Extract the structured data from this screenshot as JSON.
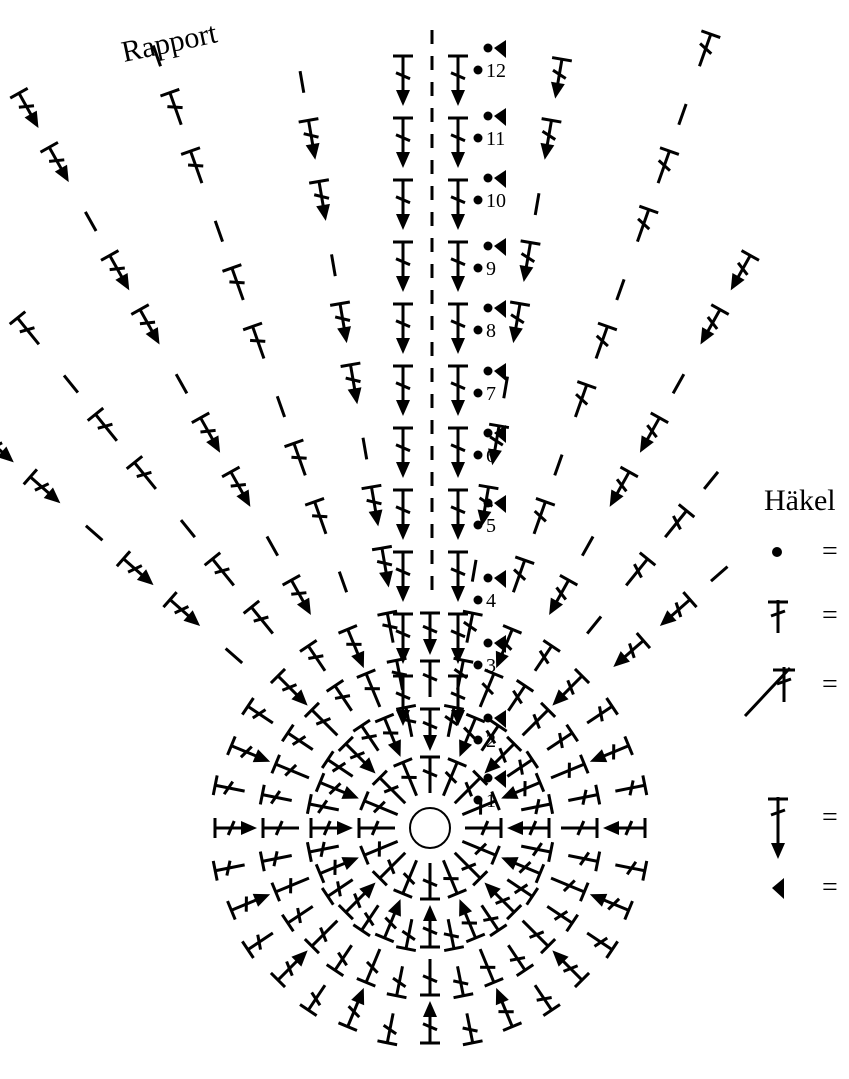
{
  "rapport_label": "Rapport",
  "row_numbers": [
    "1",
    "2",
    "3",
    "4",
    "5",
    "6",
    "7",
    "8",
    "9",
    "10",
    "11",
    "12"
  ],
  "legend": {
    "title": "Häkel",
    "items": [
      {
        "symbol": "dot-icon",
        "sign": "="
      },
      {
        "symbol": "double-crochet-icon",
        "sign": "="
      },
      {
        "symbol": "double-crochet-through-icon",
        "sign": "="
      },
      {
        "symbol": "double-crochet-arrow-icon",
        "sign": "="
      },
      {
        "symbol": "triangle-icon",
        "sign": "="
      }
    ]
  },
  "colors": {
    "ink": "#000000",
    "background": "#ffffff"
  }
}
